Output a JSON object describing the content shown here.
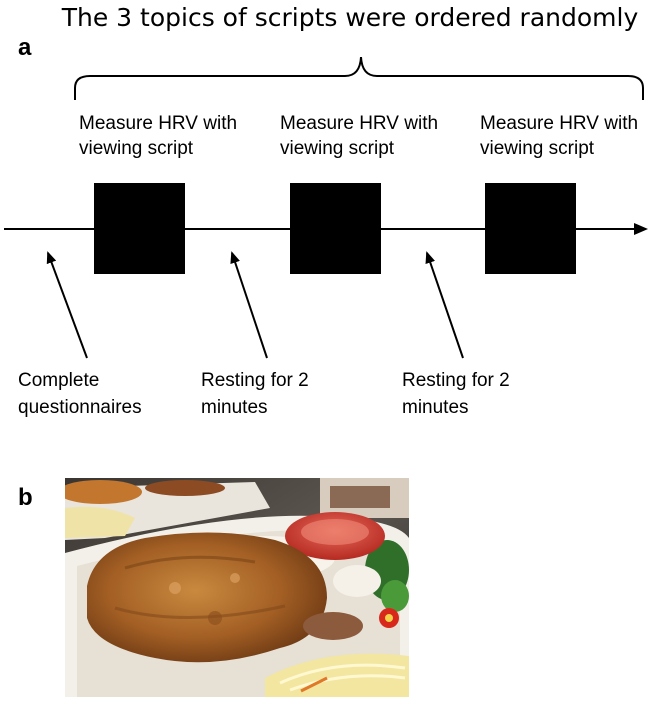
{
  "title": "The 3 topics of scripts were ordered randomly",
  "panel_a": {
    "label": "a",
    "steps": [
      {
        "label": "Measure HRV with\nviewing script"
      },
      {
        "label": "Measure HRV with\nviewing script"
      },
      {
        "label": "Measure HRV with\nviewing script"
      }
    ],
    "notes": [
      {
        "label": "Complete\nquestionnaires"
      },
      {
        "label": "Resting for 2\nminutes"
      },
      {
        "label": "Resting for 2\nminutes"
      }
    ]
  },
  "panel_b": {
    "label": "b",
    "photo_subject": "fried-pork-chop-bento-photo"
  },
  "colors": {
    "line": "#000000",
    "block": "#000000",
    "background": "#ffffff"
  }
}
